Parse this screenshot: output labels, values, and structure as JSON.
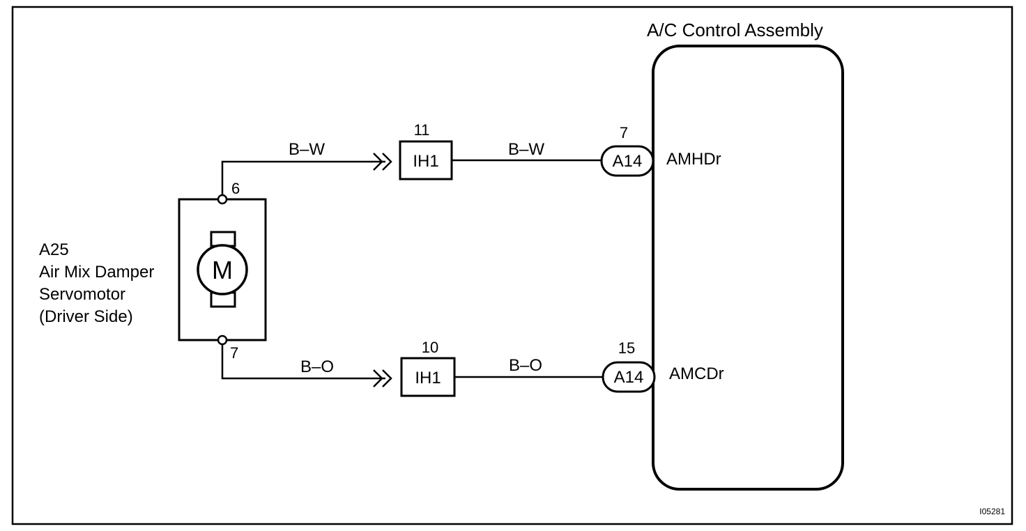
{
  "ecu": {
    "title": "A/C Control Assembly",
    "terminal_top": "AMHDr",
    "terminal_bottom": "AMCDr"
  },
  "servomotor": {
    "code": "A25",
    "name_line1": "Air Mix Damper",
    "name_line2": "Servomotor",
    "name_line3": "(Driver Side)",
    "motor_symbol": "M",
    "pin_top": "6",
    "pin_bottom": "7"
  },
  "top_circuit": {
    "wire_color_left": "B–W",
    "junction_pin": "11",
    "junction_label": "IH1",
    "wire_color_right": "B–W",
    "connector_pin": "7",
    "connector_label": "A14"
  },
  "bottom_circuit": {
    "wire_color_left": "B–O",
    "junction_pin": "10",
    "junction_label": "IH1",
    "wire_color_right": "B–O",
    "connector_pin": "15",
    "connector_label": "A14"
  },
  "figure_id": "I05281"
}
